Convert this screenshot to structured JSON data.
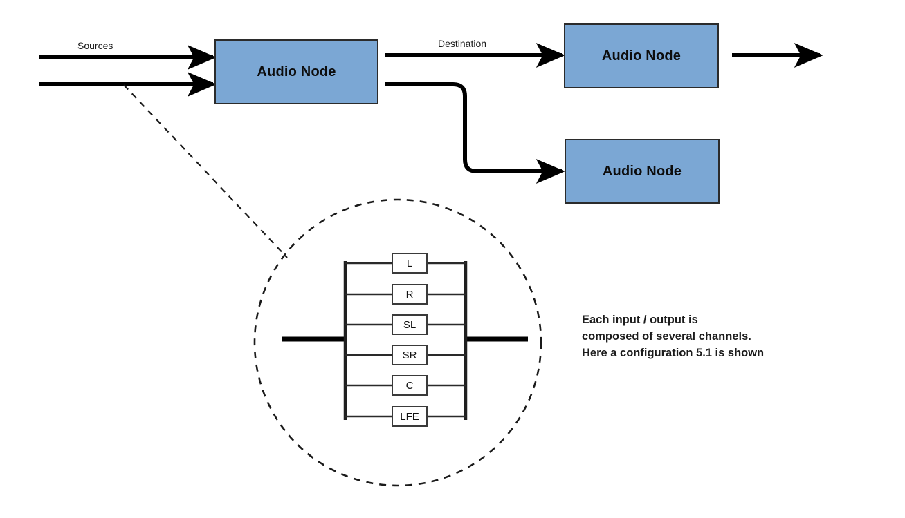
{
  "diagram": {
    "title": "Audio node routing diagram",
    "colors": {
      "node_fill": "#7BA7D4",
      "node_border": "#2b2b2b",
      "line": "#000000",
      "channel_box_fill": "#ffffff",
      "channel_box_border": "#3a3a3a",
      "background": "#ffffff"
    },
    "nodes": [
      {
        "id": "node-input",
        "label": "Audio Node"
      },
      {
        "id": "node-output-top",
        "label": "Audio Node"
      },
      {
        "id": "node-output-bottom",
        "label": "Audio Node"
      }
    ],
    "edge_labels": {
      "sources": "Sources",
      "destination": "Destination"
    },
    "detail": {
      "channels": [
        {
          "id": "channel-l",
          "label": "L"
        },
        {
          "id": "channel-r",
          "label": "R"
        },
        {
          "id": "channel-sl",
          "label": "SL"
        },
        {
          "id": "channel-sr",
          "label": "SR"
        },
        {
          "id": "channel-c",
          "label": "C"
        },
        {
          "id": "channel-lfe",
          "label": "LFE"
        }
      ]
    },
    "annotation": {
      "line1": "Each input / output is",
      "line2": "composed of several channels.",
      "line3": "Here a configuration 5.1 is shown"
    }
  }
}
